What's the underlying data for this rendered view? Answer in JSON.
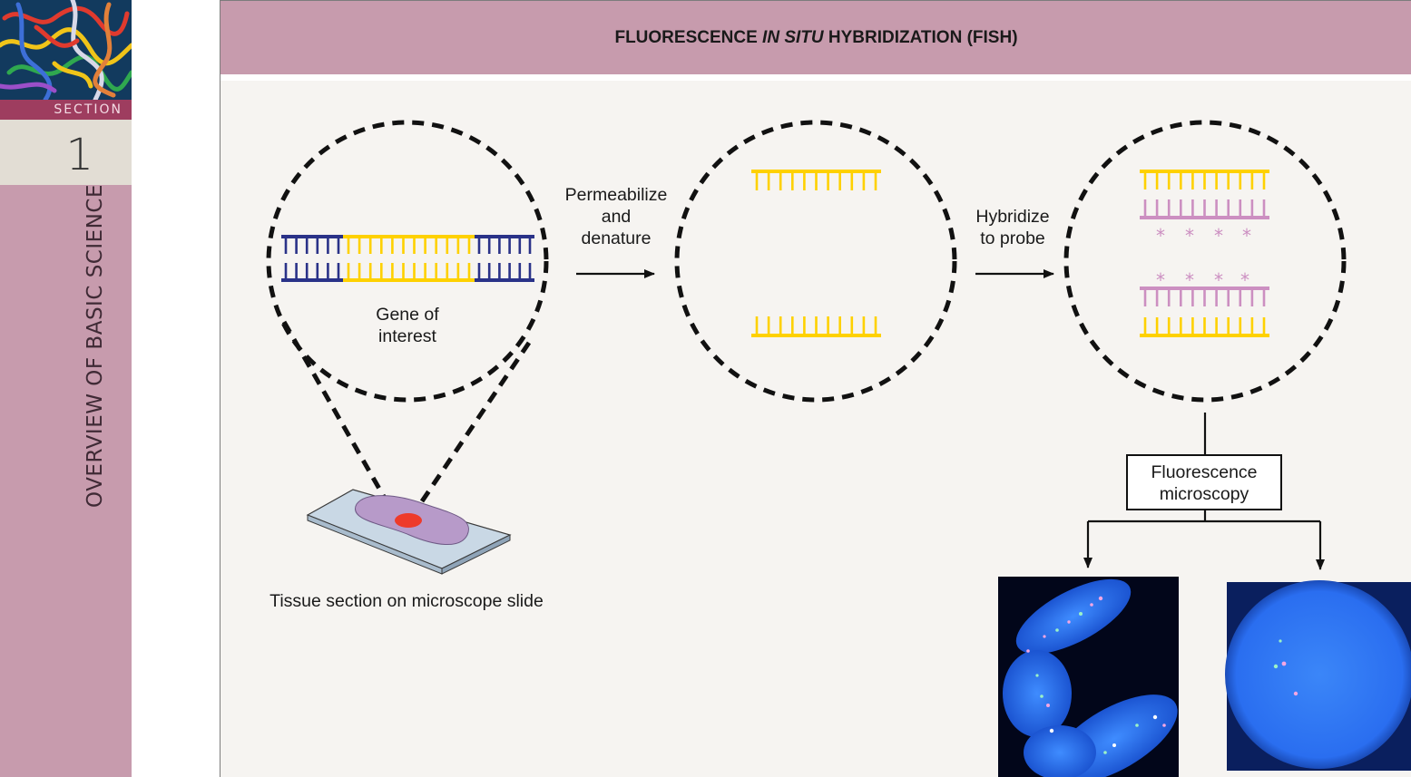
{
  "sidebar": {
    "section_label": "SECTION",
    "section_number": "1",
    "section_title": "OVERVIEW OF BASIC SCIENCE"
  },
  "figure": {
    "title_part1": "FLUORESCENCE",
    "title_italic": "IN SITU",
    "title_part2": "HYBRIDIZATION (FISH)"
  },
  "steps": {
    "permeabilize_line1": "Permeabilize",
    "permeabilize_line2": "and",
    "permeabilize_line3": "denature",
    "hybridize_line1": "Hybridize",
    "hybridize_line2": "to probe",
    "microscopy_line1": "Fluorescence",
    "microscopy_line2": "microscopy"
  },
  "labels": {
    "gene_line1": "Gene of",
    "gene_line2": "interest",
    "slide": "Tissue section on microscope slide"
  },
  "colors": {
    "dna_flank": "#2a3288",
    "dna_gene": "#fed100",
    "probe": "#cc8fc1",
    "header": "#c79bad",
    "section_band": "#9e3d5f",
    "nucleus": "#1e6bf0",
    "tissue": "#b79ac9",
    "target_spot": "#ee3a2a"
  }
}
